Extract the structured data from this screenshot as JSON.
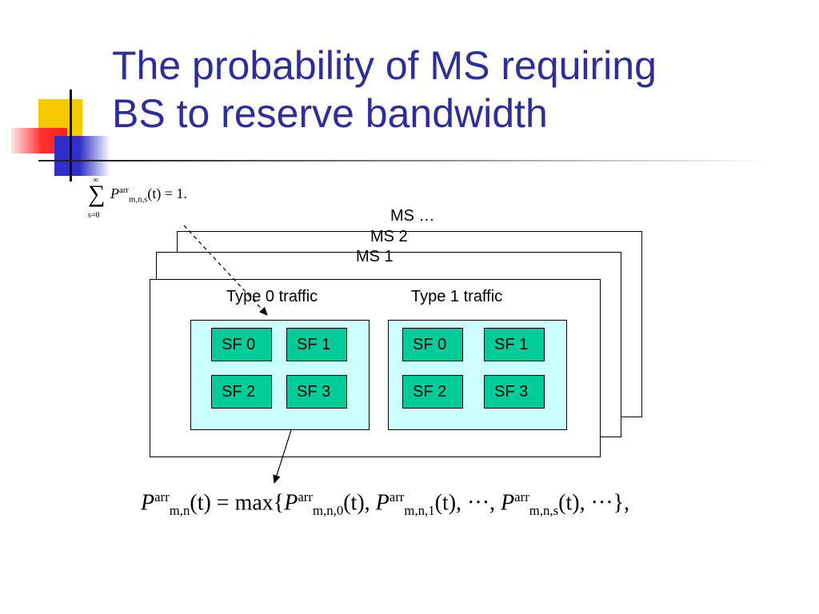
{
  "slide": {
    "title_line1": "The probability of MS requiring",
    "title_line2": "BS to reserve bandwidth"
  },
  "diagram": {
    "ms_labels": [
      "MS …",
      "MS 2",
      "MS 1"
    ],
    "traffic_labels": [
      "Type 0 traffic",
      "Type 1 traffic"
    ],
    "sf_labels": [
      "SF 0",
      "SF 1",
      "SF 2",
      "SF 3"
    ]
  },
  "equations": {
    "sum_top": "∞",
    "sum_bottom": "s=0",
    "sum_body": "P",
    "sum_sup": "arr",
    "sum_sub": "m,n,s",
    "sum_rhs": "(t) = 1.",
    "formula_lhs_sup": "arr",
    "formula_lhs_sub": "m,n",
    "formula_mid": "(t) = max{",
    "formula_term_sub0": "m,n,0",
    "formula_term_sub1": "m,n,1",
    "formula_term_subs": "m,n,s",
    "formula_dots": "···",
    "formula_end": "(t), ···},"
  },
  "colors": {
    "title": "#2e2e9a",
    "sf_box": "#00cc99",
    "group_bg": "#ccffff"
  }
}
